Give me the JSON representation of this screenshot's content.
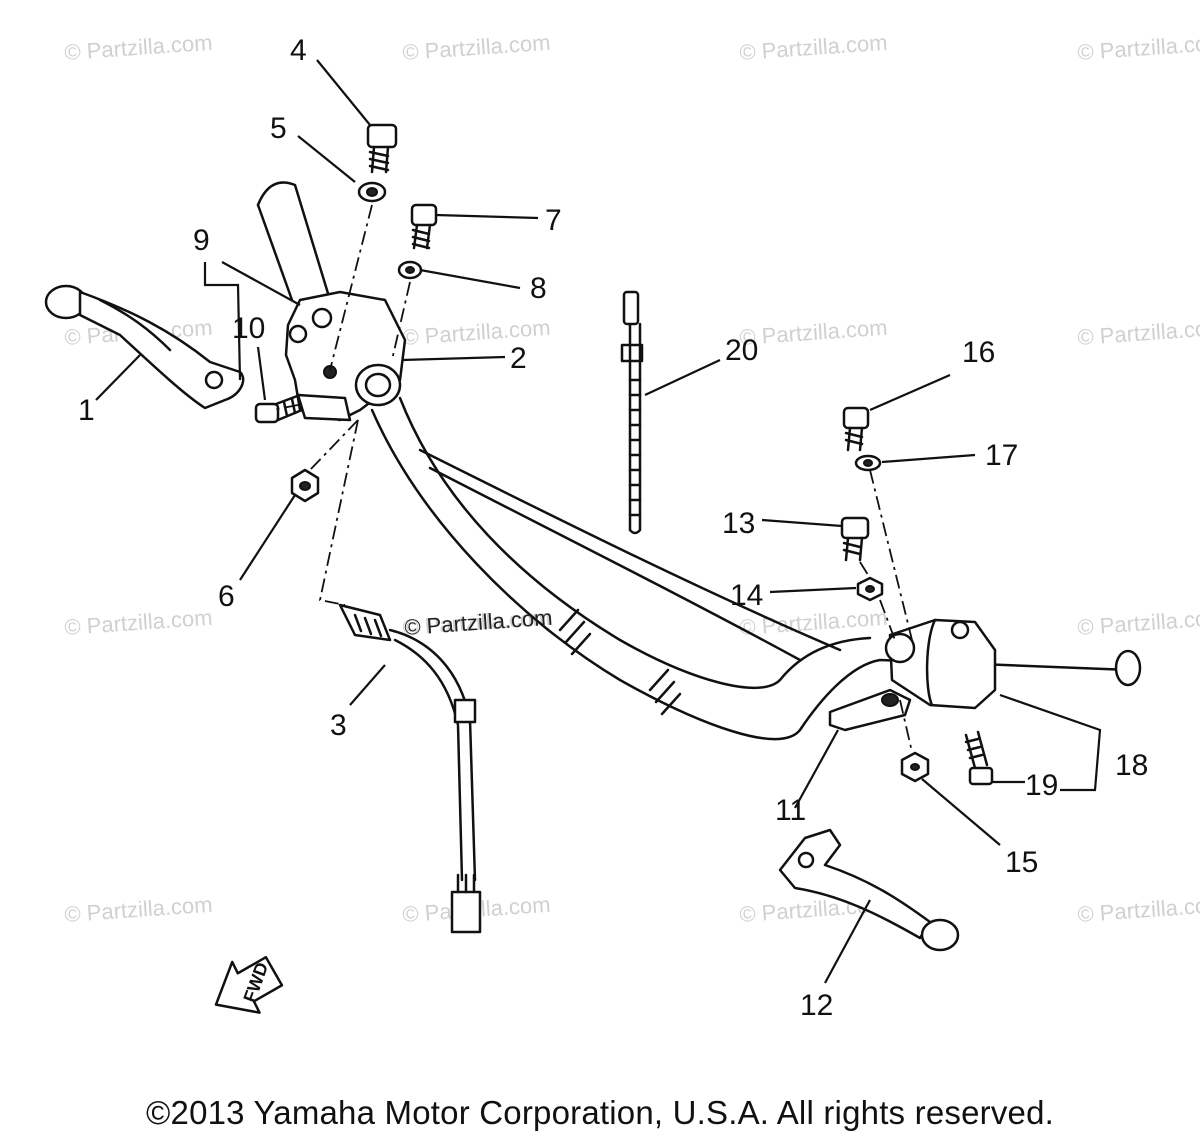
{
  "watermark": "© Partzilla.com",
  "watermark_center": "© Partzilla.com",
  "fwd_label": "FWD",
  "copyright": "©2013 Yamaha Motor Corporation, U.S.A. All rights reserved.",
  "callouts": [
    "1",
    "2",
    "3",
    "4",
    "5",
    "6",
    "7",
    "8",
    "9",
    "10",
    "11",
    "12",
    "13",
    "14",
    "15",
    "16",
    "17",
    "18",
    "19",
    "20"
  ]
}
